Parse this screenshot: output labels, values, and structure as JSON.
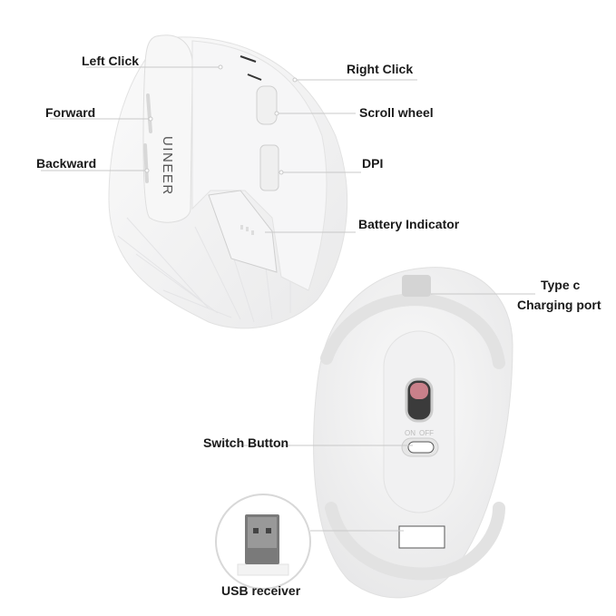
{
  "brand": "UINEER",
  "switch_markings": {
    "on": "ON",
    "off": "OFF"
  },
  "labels": {
    "left_click": "Left Click",
    "right_click": "Right Click",
    "forward": "Forward",
    "scroll_wheel": "Scroll wheel",
    "backward": "Backward",
    "dpi": "DPI",
    "battery_indicator": "Battery Indicator",
    "type_c_line1": "Type c",
    "type_c_line2": "Charging port",
    "switch_button": "Switch Button",
    "usb_receiver": "USB receiver"
  },
  "colors": {
    "leader_line": "#c8c8c8",
    "label_text": "#1a1a1a",
    "mouse_body": "#f4f4f4",
    "sensor": "#c9808a"
  }
}
